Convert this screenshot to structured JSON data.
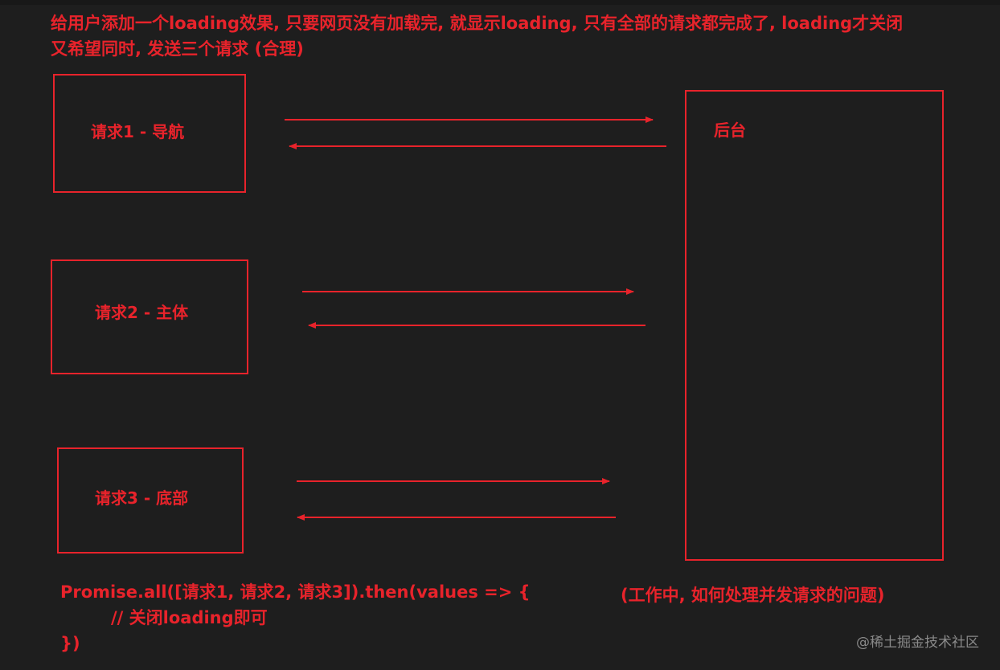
{
  "heading": {
    "line1": "给用户添加一个loading效果, 只要网页没有加载完, 就显示loading, 只有全部的请求都完成了, loading才关闭",
    "line2": "又希望同时, 发送三个请求 (合理)"
  },
  "requests": [
    {
      "label": "请求1 - 导航"
    },
    {
      "label": "请求2 - 主体"
    },
    {
      "label": "请求3 - 底部"
    }
  ],
  "backend": {
    "label": "后台"
  },
  "code": {
    "line1": "Promise.all([请求1, 请求2, 请求3]).then(values => {",
    "line2": "// 关闭loading即可",
    "line3": "})"
  },
  "note": "(工作中, 如何处理并发请求的问题)",
  "watermark": "@稀土掘金技术社区",
  "colors": {
    "accent": "#e8232b",
    "background": "#1e1e1e"
  }
}
